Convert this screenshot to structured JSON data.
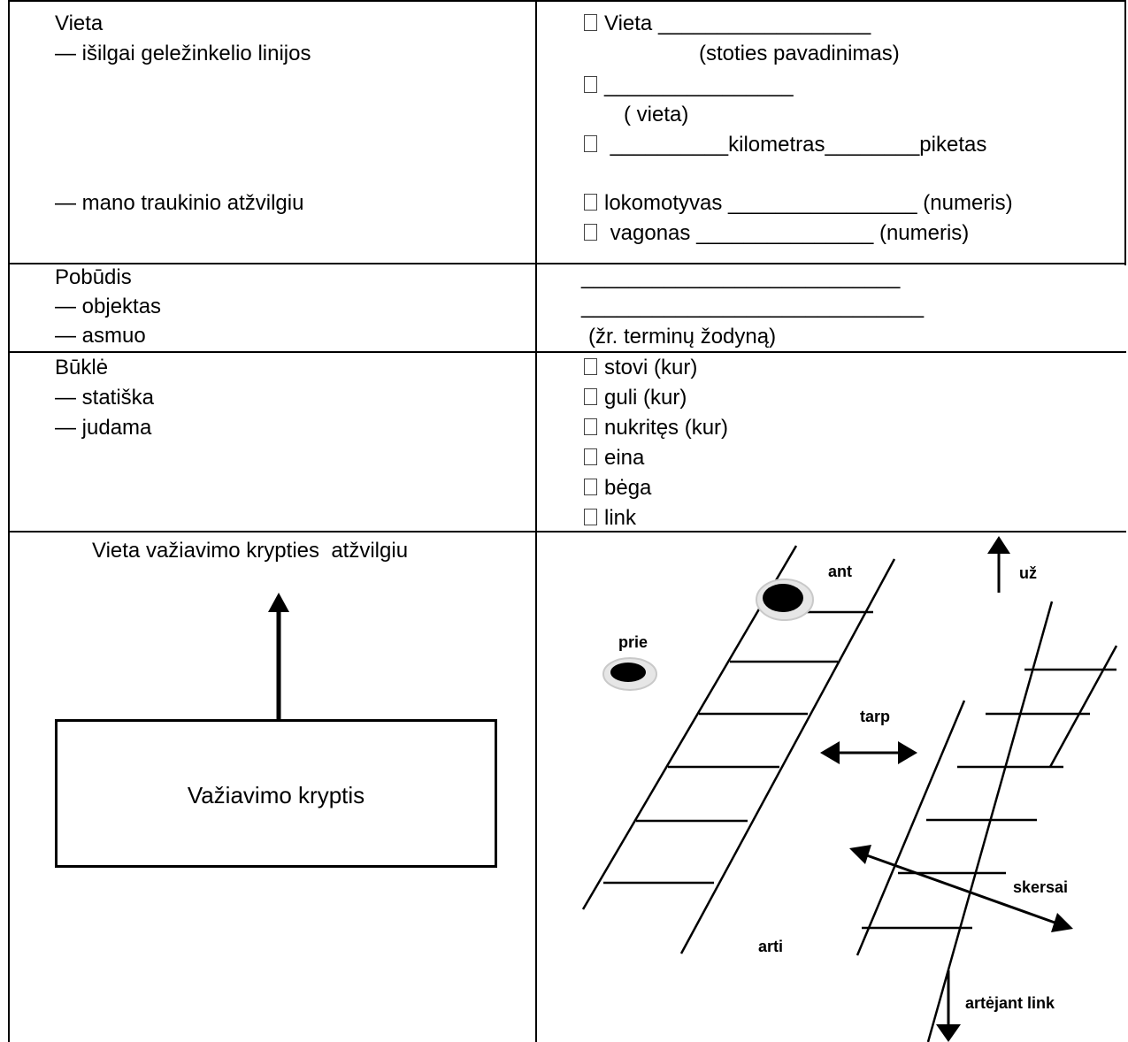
{
  "section_location": {
    "title": "Vieta",
    "sub_along": "— išilgai geležinkelio linijos",
    "sub_train": "— mano traukinio atžvilgiu",
    "opt_station": "Vieta __________________",
    "opt_station_hint": "(stoties pavadinimas)",
    "opt_place": "________________",
    "opt_place_hint": "( vieta)",
    "opt_km": " __________kilometras________piketas",
    "opt_loco": "lokomotyvas ________________ (numeris)",
    "opt_wagon": " vagonas _______________ (numeris)"
  },
  "section_nature": {
    "title": "Pobūdis",
    "sub_object": "— objektas",
    "sub_person": "— asmuo",
    "blank1": "___________________________",
    "blank2": "_____________________________",
    "hint": "(žr. terminų žodyną)"
  },
  "section_state": {
    "title": "Būklė",
    "sub_static": "— statiška",
    "sub_moving": "— judama",
    "options": [
      "stovi (kur)",
      "guli (kur)",
      "nukritęs (kur)",
      "eina",
      "bėga",
      "link"
    ]
  },
  "section_direction": {
    "title": "Vieta važiavimo krypties  atžvilgiu",
    "box_label": "Važiavimo kryptis",
    "labels": {
      "ant": "ant",
      "prie": "prie",
      "uz": "už",
      "tarp": "tarp",
      "skersai": "skersai",
      "arti": "arti",
      "artejant": "artėjant link"
    }
  }
}
